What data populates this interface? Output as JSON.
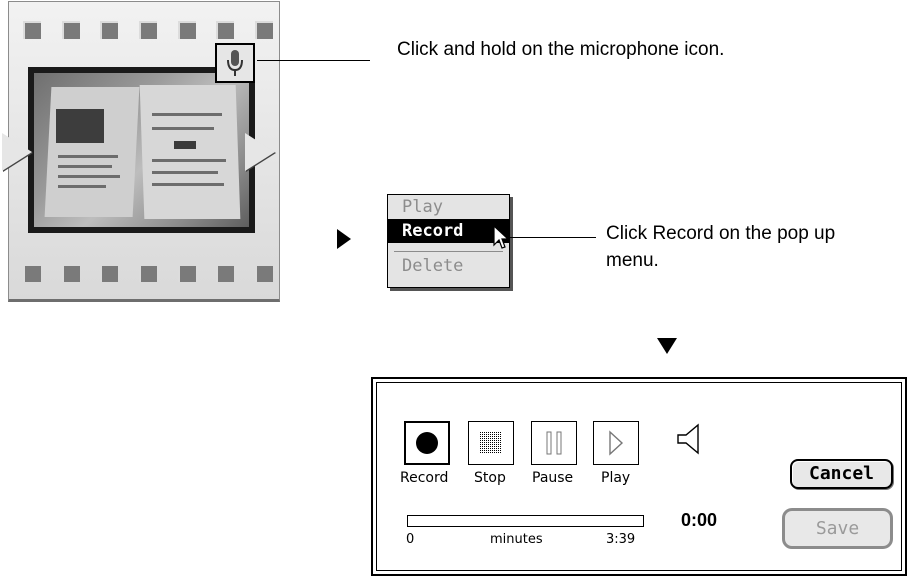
{
  "thumbnail": {
    "icons": [
      "microphone-icon",
      "left-arrow-icon",
      "right-arrow-icon"
    ]
  },
  "instructions": {
    "step1": "Click and hold on the microphone icon.",
    "step2_line1": "Click Record on the pop up",
    "step2_line2": "menu."
  },
  "popup_menu": {
    "items": [
      {
        "label": "Play",
        "enabled": false,
        "selected": false
      },
      {
        "label": "Record",
        "enabled": true,
        "selected": true
      },
      {
        "label": "Delete",
        "enabled": false,
        "selected": false
      }
    ]
  },
  "recorder": {
    "controls": [
      {
        "label": "Record",
        "icon": "record-icon",
        "selected": true
      },
      {
        "label": "Stop",
        "icon": "stop-icon",
        "selected": false
      },
      {
        "label": "Pause",
        "icon": "pause-icon",
        "selected": false
      },
      {
        "label": "Play",
        "icon": "play-icon",
        "selected": false
      }
    ],
    "speaker_icon": "speaker-icon",
    "progress": {
      "value": 0,
      "start_label": "0",
      "unit_label": "minutes",
      "end_label": "3:39"
    },
    "elapsed": "0:00",
    "cancel_label": "Cancel",
    "save_label": "Save",
    "save_enabled": false
  }
}
